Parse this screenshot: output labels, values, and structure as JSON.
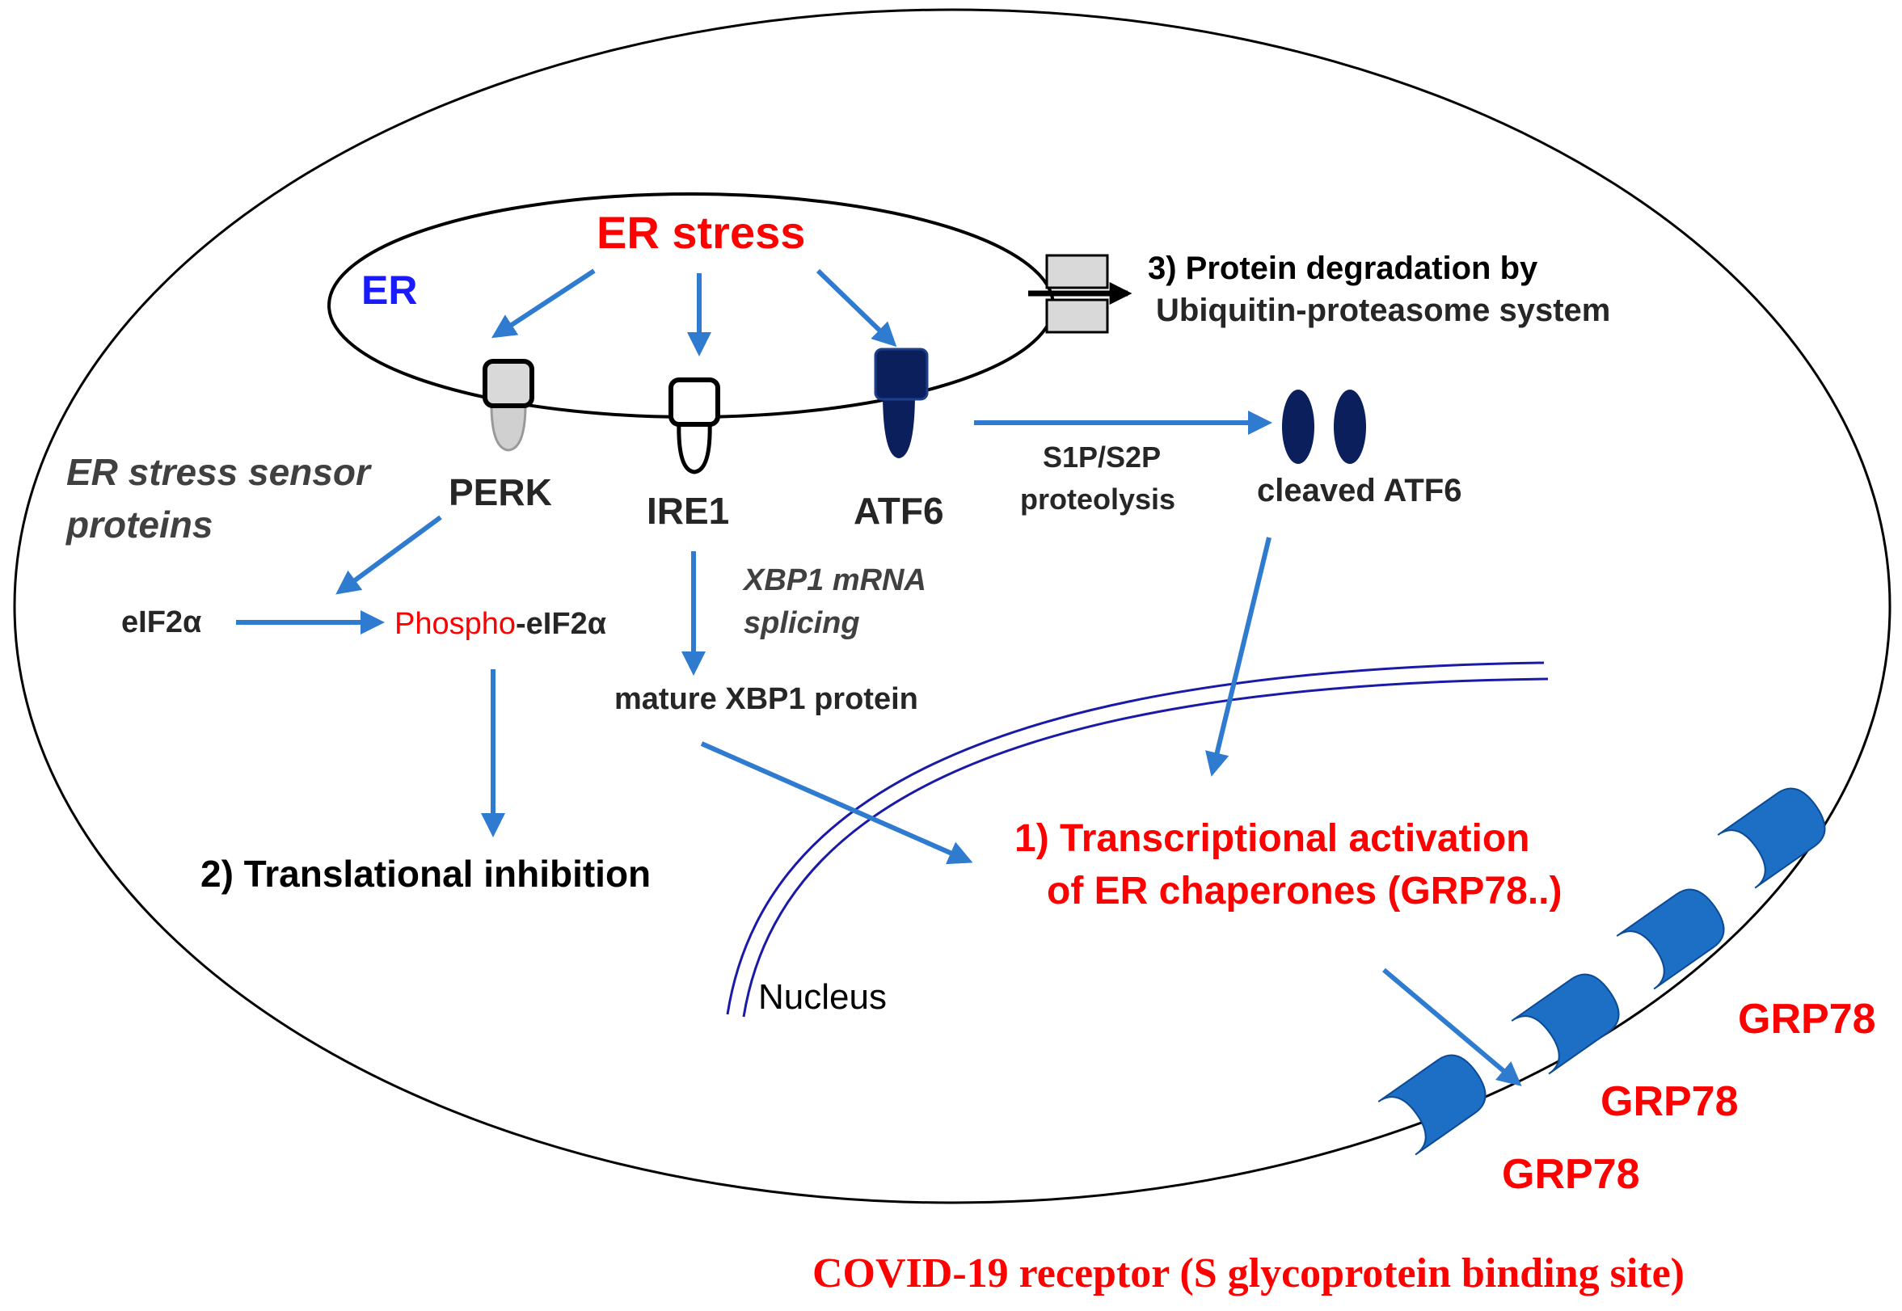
{
  "er_stress": "ER stress",
  "er_label": "ER",
  "sensor_caption_line1": "ER stress sensor",
  "sensor_caption_line2": "proteins",
  "sensors": {
    "perk": "PERK",
    "ire1": "IRE1",
    "atf6": "ATF6"
  },
  "degradation_line1": "3) Protein degradation by",
  "degradation_line2": "Ubiquitin-proteasome  system",
  "proteolysis_line1": "S1P/S2P",
  "proteolysis_line2": "proteolysis",
  "cleaved_atf6": "cleaved ATF6",
  "eif2a": "eIF2α",
  "phospho_prefix": "Phospho",
  "phospho_suffix": "-eIF2α",
  "xbp1_splicing_line1": "XBP1 mRNA",
  "xbp1_splicing_line2": "splicing",
  "mature_xbp1": "mature  XBP1 protein",
  "translational": "2) Translational inhibition",
  "transcriptional_line1": "1) Transcriptional activation",
  "transcriptional_line2": "of ER chaperones (GRP78..)",
  "nucleus": "Nucleus",
  "grp78_labels": [
    "GRP78",
    "GRP78",
    "GRP78"
  ],
  "covid_caption": "COVID-19 receptor (S glycoprotein binding site)",
  "colors": {
    "red": "#ff0000",
    "blue_arrow": "#2e7bd0",
    "er_blue": "#1a1aff",
    "atf6_navy": "#0b1f5c",
    "grp78_blue": "#1c6fc4",
    "nucleus_line": "#1a1aa8",
    "text_dark": "#262626"
  }
}
